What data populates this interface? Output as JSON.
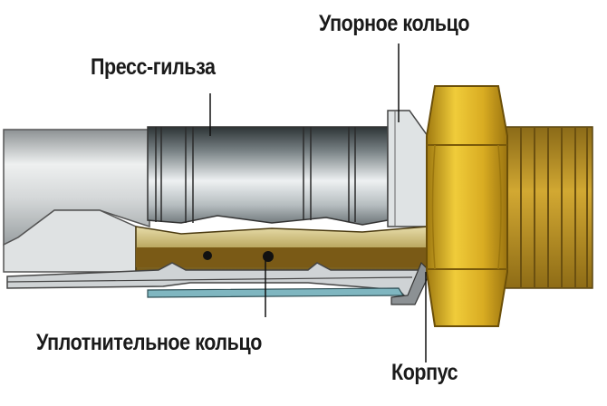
{
  "labels": {
    "press_sleeve": "Пресс-гильза",
    "stop_ring": "Упорное кольцо",
    "sealing_ring": "Уплотнительное кольцо",
    "body": "Корпус"
  },
  "colors": {
    "brass": "#c9a21c",
    "steel": "#9aa3a8",
    "pipe": "#d6d9da",
    "inner_layer": "#7fb6c0",
    "body_section": "#7a5a16"
  }
}
